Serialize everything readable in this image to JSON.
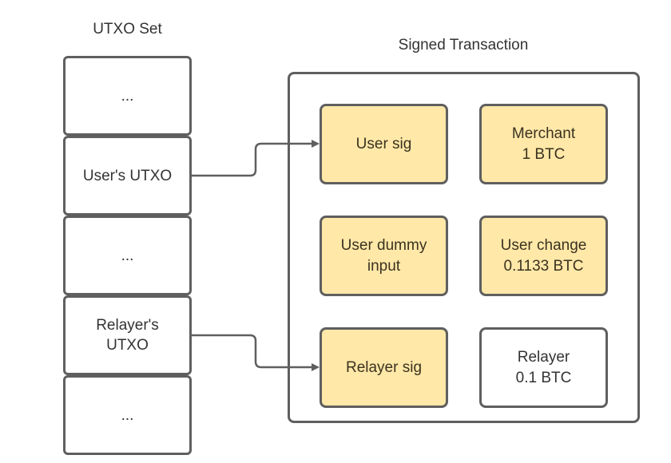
{
  "titles": {
    "utxo_set": "UTXO Set",
    "signed_transaction": "Signed Transaction"
  },
  "utxo_set": [
    {
      "label": "..."
    },
    {
      "label": "User's UTXO"
    },
    {
      "label": "..."
    },
    {
      "label": "Relayer's\nUTXO"
    },
    {
      "label": "..."
    }
  ],
  "transaction": {
    "inputs": [
      {
        "label": "User sig",
        "highlighted": true
      },
      {
        "label": "User dummy\ninput",
        "highlighted": true
      },
      {
        "label": "Relayer sig",
        "highlighted": true
      }
    ],
    "outputs": [
      {
        "label": "Merchant\n1 BTC",
        "highlighted": true
      },
      {
        "label": "User change\n0.1133 BTC",
        "highlighted": true
      },
      {
        "label": "Relayer\n0.1 BTC",
        "highlighted": false
      }
    ]
  },
  "connections": [
    {
      "from": "User's UTXO",
      "to": "User sig"
    },
    {
      "from": "Relayer's UTXO",
      "to": "Relayer sig"
    }
  ],
  "colors": {
    "highlight_fill": "#ffe8a8",
    "border": "#5f5f5f",
    "text": "#333333"
  }
}
